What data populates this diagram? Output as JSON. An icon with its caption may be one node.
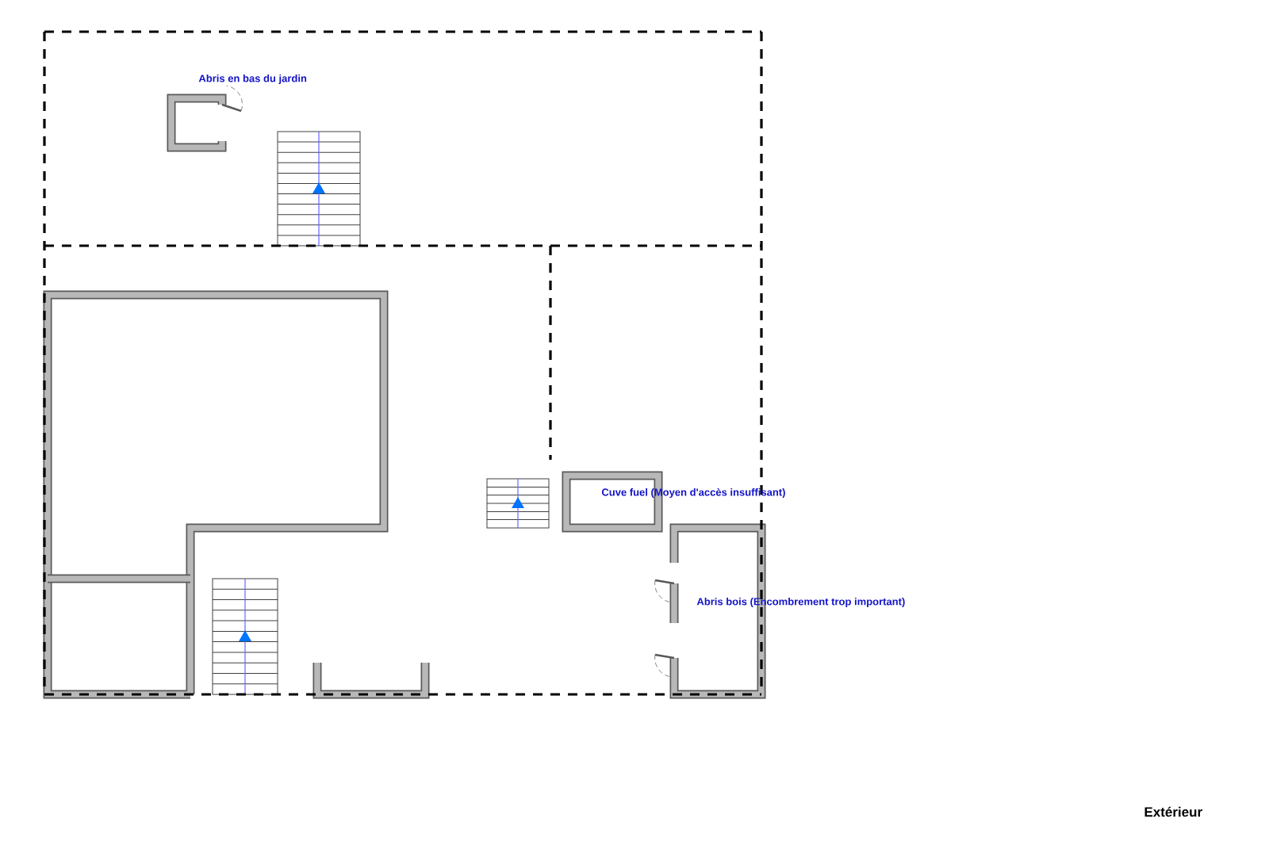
{
  "diagram": {
    "labels": [
      "Abris en bas du  jardin",
      "Cuve fuel (Moyen d'accès insuffisant)",
      "Abris bois (Encombrement trop important)",
      "Extérieur"
    ]
  }
}
